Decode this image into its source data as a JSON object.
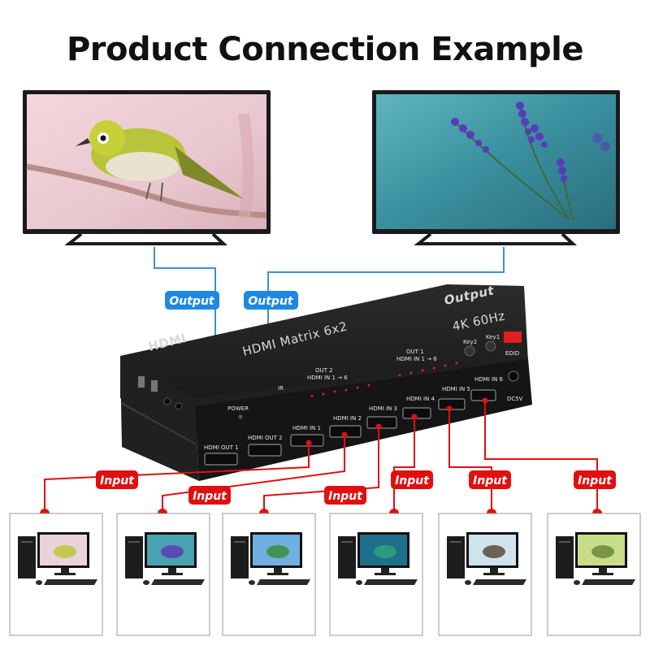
{
  "title": "Product Connection Example",
  "labels": {
    "output": "Output",
    "input": "Input"
  },
  "device": {
    "logo": "HDMI",
    "name": "HDMI Matrix 6x2",
    "spec": "4K 60Hz",
    "top_output": "Output",
    "power": "POWER",
    "ir": "IR",
    "key1": "Key1",
    "key2": "Key2",
    "edid": "EDID",
    "dc": "DC5V",
    "out1_group": "OUT 1",
    "out1_sub": "HDMI IN 1 → 6",
    "out2_group": "OUT 2",
    "out2_sub": "HDMI IN 1 → 6",
    "ports_out": [
      "HDMI OUT 1",
      "HDMI OUT 2"
    ],
    "ports_in": [
      "HDMI IN 1",
      "HDMI IN 2",
      "HDMI IN 3",
      "HDMI IN 4",
      "HDMI IN 5",
      "HDMI IN 6"
    ]
  },
  "colors": {
    "output_label": "#1e88e5",
    "input_label": "#e01010",
    "output_line": "#3f8fd8",
    "input_line": "#e01010",
    "device_body": "#1b1b1b"
  }
}
